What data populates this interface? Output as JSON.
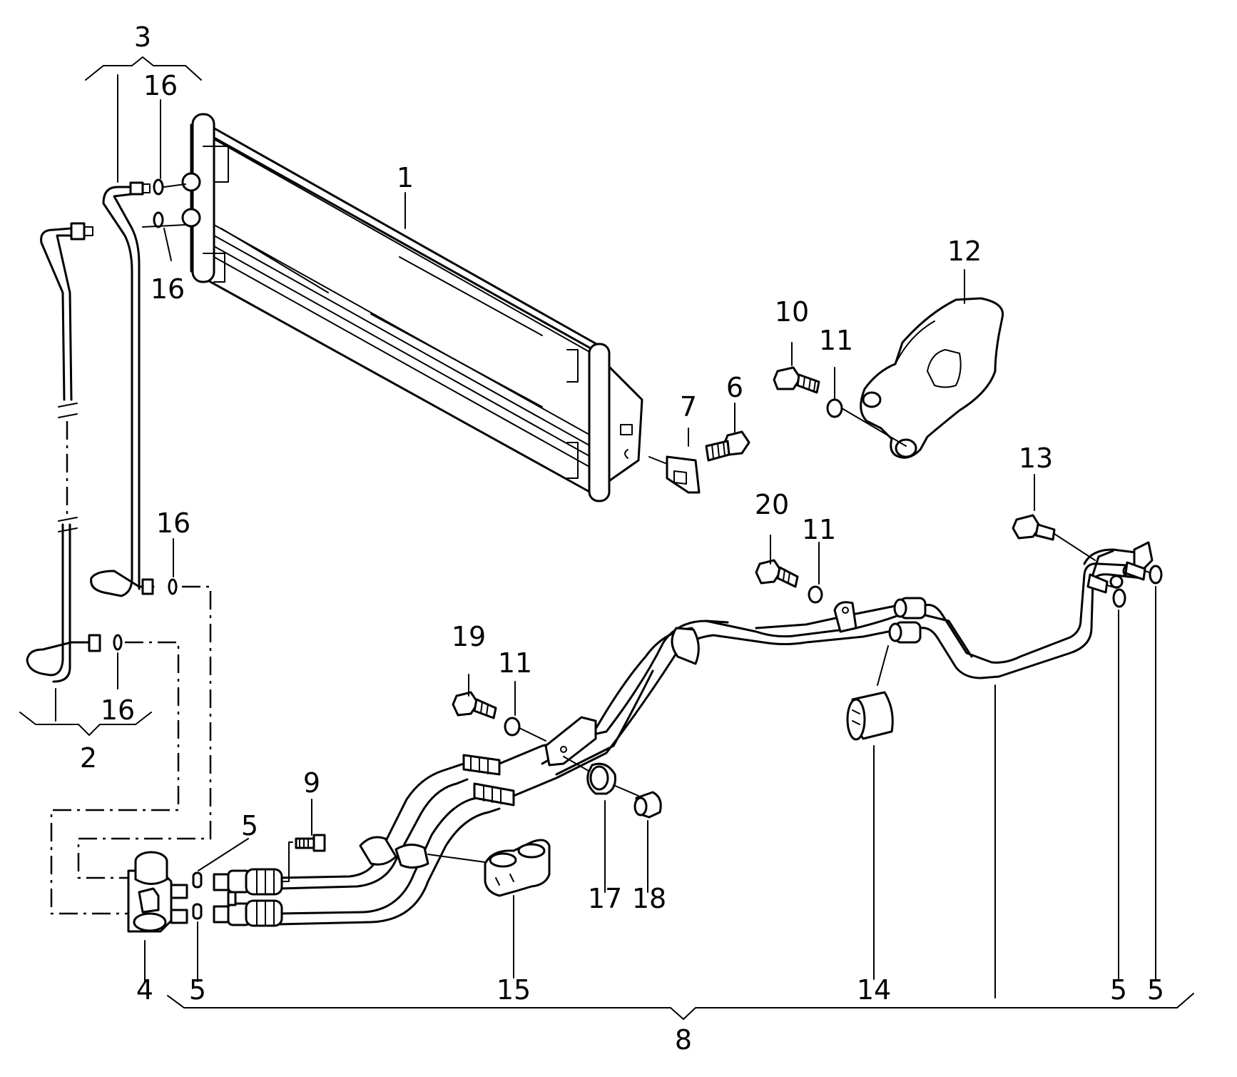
{
  "callouts": {
    "c1": "1",
    "c2": "2",
    "c3": "3",
    "c4": "4",
    "c5a": "5",
    "c5b": "5",
    "c5c": "5",
    "c5d": "5",
    "c6": "6",
    "c7": "7",
    "c8": "8",
    "c9": "9",
    "c10": "10",
    "c11a": "11",
    "c11b": "11",
    "c11c": "11",
    "c12": "12",
    "c13": "13",
    "c14": "14",
    "c15": "15",
    "c16a": "16",
    "c16b": "16",
    "c16c": "16",
    "c16d": "16",
    "c17": "17",
    "c18": "18",
    "c19": "19",
    "c20": "20"
  }
}
